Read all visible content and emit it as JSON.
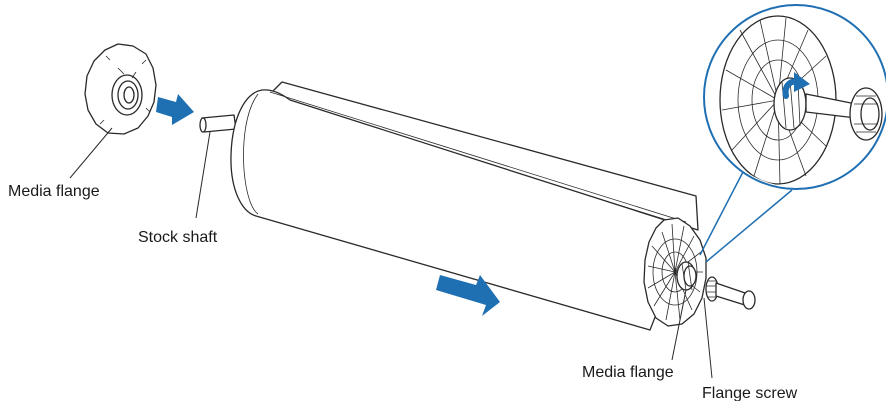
{
  "labels": {
    "media_flange_left": "Media flange",
    "stock_shaft": "Stock shaft",
    "media_flange_right": "Media flange",
    "flange_screw": "Flange screw"
  },
  "colors": {
    "arrow": "#1f6fb3",
    "inset_circle": "#1f6fb3",
    "outline": "#2a2a2a"
  }
}
